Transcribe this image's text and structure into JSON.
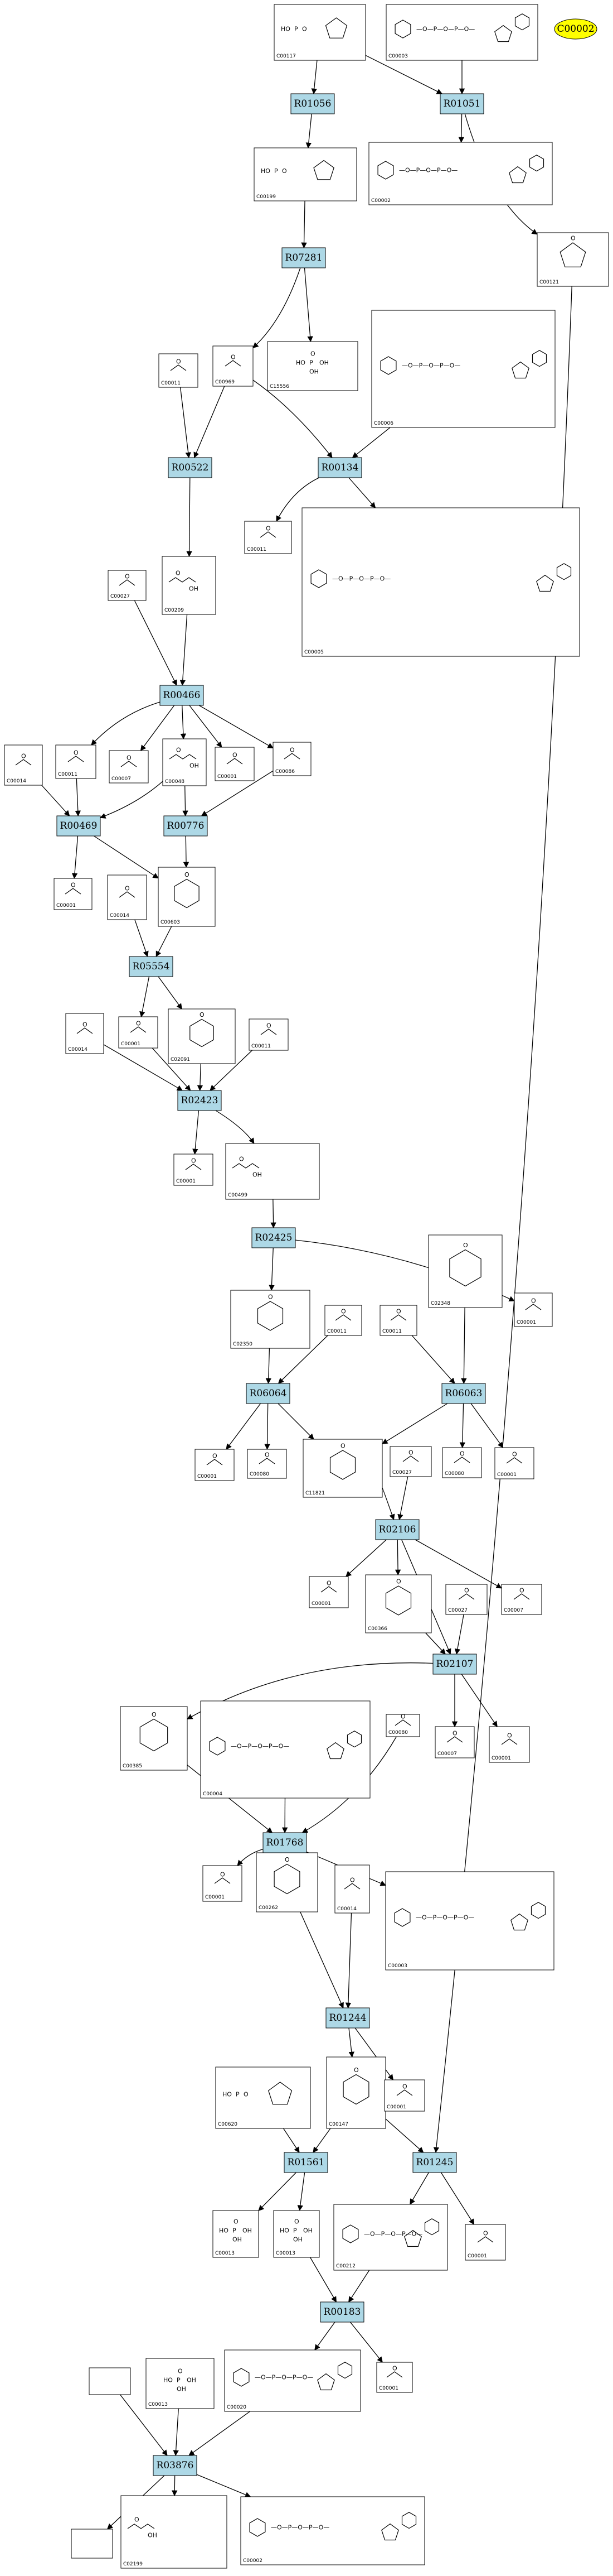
{
  "root": {
    "label": "C00002"
  },
  "reactions": [
    {
      "id": "R01056",
      "label": "R01056"
    },
    {
      "id": "R01051",
      "label": "R01051"
    },
    {
      "id": "R07281",
      "label": "R07281"
    },
    {
      "id": "R00522",
      "label": "R00522"
    },
    {
      "id": "R00134",
      "label": "R00134"
    },
    {
      "id": "R00466",
      "label": "R00466"
    },
    {
      "id": "R00469",
      "label": "R00469"
    },
    {
      "id": "R00776",
      "label": "R00776"
    },
    {
      "id": "R05554",
      "label": "R05554"
    },
    {
      "id": "R02423",
      "label": "R02423"
    },
    {
      "id": "R02425",
      "label": "R02425"
    },
    {
      "id": "R06064",
      "label": "R06064"
    },
    {
      "id": "R06063",
      "label": "R06063"
    },
    {
      "id": "R02106",
      "label": "R02106"
    },
    {
      "id": "R02107",
      "label": "R02107"
    },
    {
      "id": "R01768",
      "label": "R01768"
    },
    {
      "id": "R01244",
      "label": "R01244"
    },
    {
      "id": "R01561",
      "label": "R01561"
    },
    {
      "id": "R01245",
      "label": "R01245"
    },
    {
      "id": "R00183",
      "label": "R00183"
    },
    {
      "id": "R03876",
      "label": "R03876"
    }
  ],
  "compounds": [
    {
      "id": "c01",
      "label": "C00117",
      "kind": "sugar-phosphate"
    },
    {
      "id": "c02",
      "label": "C00003",
      "kind": "nucleotide"
    },
    {
      "id": "c03",
      "label": "C00199",
      "kind": "sugar-phosphate"
    },
    {
      "id": "c04",
      "label": "C00002",
      "kind": "nucleotide"
    },
    {
      "id": "c05",
      "label": "C00121",
      "kind": "sugar"
    },
    {
      "id": "c06",
      "label": "C00011",
      "kind": "small"
    },
    {
      "id": "c07",
      "label": "C00969",
      "kind": "small"
    },
    {
      "id": "c08",
      "label": "C15556",
      "kind": "phosphate"
    },
    {
      "id": "c09",
      "label": "C00006",
      "kind": "nucleotide"
    },
    {
      "id": "c10",
      "label": "C00209",
      "kind": "acid"
    },
    {
      "id": "c11",
      "label": "C00011",
      "kind": "small"
    },
    {
      "id": "c12",
      "label": "C00005",
      "kind": "nucleotide"
    },
    {
      "id": "c13",
      "label": "C00027",
      "kind": "small"
    },
    {
      "id": "c14",
      "label": "C00014",
      "kind": "small"
    },
    {
      "id": "c15",
      "label": "C00011",
      "kind": "small"
    },
    {
      "id": "c16",
      "label": "C00007",
      "kind": "small"
    },
    {
      "id": "c17",
      "label": "C00048",
      "kind": "acid"
    },
    {
      "id": "c18",
      "label": "C00001",
      "kind": "small"
    },
    {
      "id": "c19",
      "label": "C00086",
      "kind": "small"
    },
    {
      "id": "c20",
      "label": "C00001",
      "kind": "small"
    },
    {
      "id": "c21",
      "label": "C00014",
      "kind": "small"
    },
    {
      "id": "c22",
      "label": "C00603",
      "kind": "ring"
    },
    {
      "id": "c23",
      "label": "C00014",
      "kind": "small"
    },
    {
      "id": "c24",
      "label": "C00001",
      "kind": "small"
    },
    {
      "id": "c25",
      "label": "C02091",
      "kind": "ring"
    },
    {
      "id": "c26",
      "label": "C00011",
      "kind": "small"
    },
    {
      "id": "c27",
      "label": "C00001",
      "kind": "small"
    },
    {
      "id": "c28",
      "label": "C00499",
      "kind": "acid"
    },
    {
      "id": "c29",
      "label": "C00001",
      "kind": "small"
    },
    {
      "id": "c30",
      "label": "C02350",
      "kind": "ring"
    },
    {
      "id": "c31",
      "label": "C00011",
      "kind": "small"
    },
    {
      "id": "c32",
      "label": "C00011",
      "kind": "small"
    },
    {
      "id": "c33",
      "label": "C02348",
      "kind": "ring"
    },
    {
      "id": "c34",
      "label": "C00001",
      "kind": "small"
    },
    {
      "id": "c35",
      "label": "C00080",
      "kind": "small"
    },
    {
      "id": "c36",
      "label": "C11821",
      "kind": "ring"
    },
    {
      "id": "c37",
      "label": "C00027",
      "kind": "small"
    },
    {
      "id": "c38",
      "label": "C00080",
      "kind": "small"
    },
    {
      "id": "c39",
      "label": "C00001",
      "kind": "small"
    },
    {
      "id": "c40",
      "label": "C00001",
      "kind": "small"
    },
    {
      "id": "c41",
      "label": "C00366",
      "kind": "ring"
    },
    {
      "id": "c42",
      "label": "C00027",
      "kind": "small"
    },
    {
      "id": "c43",
      "label": "C00007",
      "kind": "small"
    },
    {
      "id": "c44",
      "label": "C00385",
      "kind": "ring"
    },
    {
      "id": "c45",
      "label": "C00004",
      "kind": "nucleotide"
    },
    {
      "id": "c46",
      "label": "C00080",
      "kind": "small"
    },
    {
      "id": "c47",
      "label": "C00007",
      "kind": "small"
    },
    {
      "id": "c48",
      "label": "C00001",
      "kind": "small"
    },
    {
      "id": "c49",
      "label": "C00001",
      "kind": "small"
    },
    {
      "id": "c50",
      "label": "C00262",
      "kind": "ring"
    },
    {
      "id": "c51",
      "label": "C00014",
      "kind": "small"
    },
    {
      "id": "c52",
      "label": "C00003",
      "kind": "nucleotide"
    },
    {
      "id": "c53",
      "label": "C00620",
      "kind": "sugar-phosphate"
    },
    {
      "id": "c54",
      "label": "C00147",
      "kind": "ring"
    },
    {
      "id": "c55",
      "label": "C00001",
      "kind": "small"
    },
    {
      "id": "c56",
      "label": "C00013",
      "kind": "phosphate"
    },
    {
      "id": "c57",
      "label": "C00013",
      "kind": "phosphate"
    },
    {
      "id": "c58",
      "label": "C00212",
      "kind": "nucleotide"
    },
    {
      "id": "c59",
      "label": "C00001",
      "kind": "small"
    },
    {
      "id": "c60",
      "label": "C00020",
      "kind": "nucleotide"
    },
    {
      "id": "c61",
      "label": "C00001",
      "kind": "small"
    },
    {
      "id": "c62",
      "label": "",
      "kind": "empty"
    },
    {
      "id": "c63",
      "label": "C00013",
      "kind": "phosphate"
    },
    {
      "id": "c64",
      "label": "",
      "kind": "empty"
    },
    {
      "id": "c65",
      "label": "C02199",
      "kind": "acid"
    },
    {
      "id": "c66",
      "label": "C00002",
      "kind": "nucleotide"
    }
  ]
}
